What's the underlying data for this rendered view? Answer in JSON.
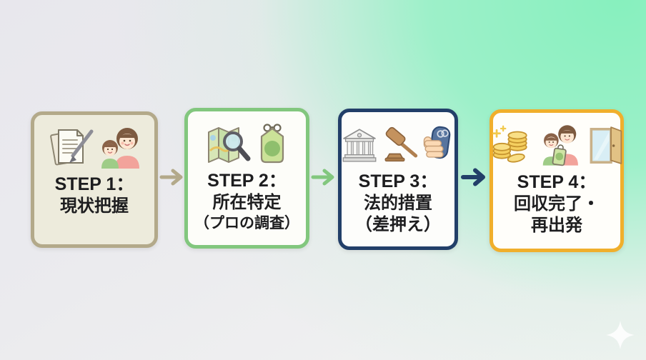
{
  "background": {
    "gradient_top_right": "#87f0be",
    "gradient_left": "#e8e7ed",
    "gradient_bottom": "#f2f3f2",
    "sparkle_icon": "four-point-star-icon"
  },
  "steps": [
    {
      "step_label": "STEP 1：",
      "lines": [
        "現状把握"
      ],
      "border_color": "#b3a98a",
      "fill_color": "#edebdc",
      "icons": [
        "documents-pen-icon",
        "parent-child-icon"
      ]
    },
    {
      "step_label": "STEP 2：",
      "lines": [
        "所在特定",
        "（プロの調査）"
      ],
      "border_color": "#82c77e",
      "fill_color": "#fdfdf9",
      "icons": [
        "map-magnifier-icon",
        "omamori-icon"
      ]
    },
    {
      "step_label": "STEP 3：",
      "lines": [
        "法的措置",
        "（差押え）"
      ],
      "border_color": "#223f69",
      "fill_color": "#fdfdfb",
      "icons": [
        "courthouse-icon",
        "gavel-icon",
        "hand-wallet-icon"
      ]
    },
    {
      "step_label": "STEP 4：",
      "lines": [
        "回収完了・",
        "再出発"
      ],
      "border_color": "#f0af2c",
      "fill_color": "#fffefa",
      "icons": [
        "coins-icon",
        "family-charm-icon",
        "door-icon"
      ]
    }
  ],
  "arrows": [
    {
      "color": "#b3a98a"
    },
    {
      "color": "#82c77e"
    },
    {
      "color": "#223f69"
    }
  ]
}
